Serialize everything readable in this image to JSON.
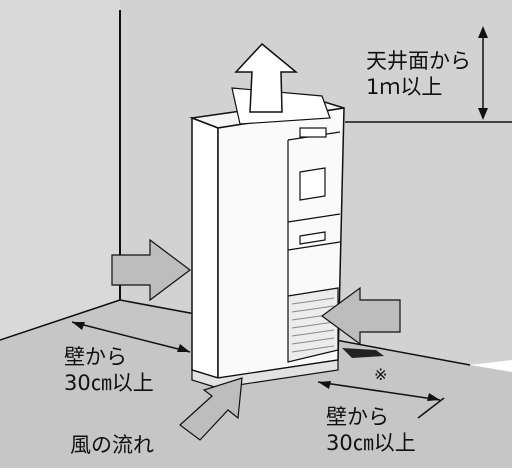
{
  "labels": {
    "ceiling_line1": "天井面から",
    "ceiling_line2": "1ｍ以上",
    "wall_left_line1": "壁から",
    "wall_left_line2": "30㎝以上",
    "wall_right_line1": "壁から",
    "wall_right_line2": "30㎝以上",
    "airflow": "風の流れ",
    "note_mark": "※"
  },
  "colors": {
    "wall": "#d6d6d6",
    "floor": "#c9c9c9",
    "arrow_fill": "#bdbdbd",
    "line": "#111111",
    "unit_body": "#ffffff"
  }
}
